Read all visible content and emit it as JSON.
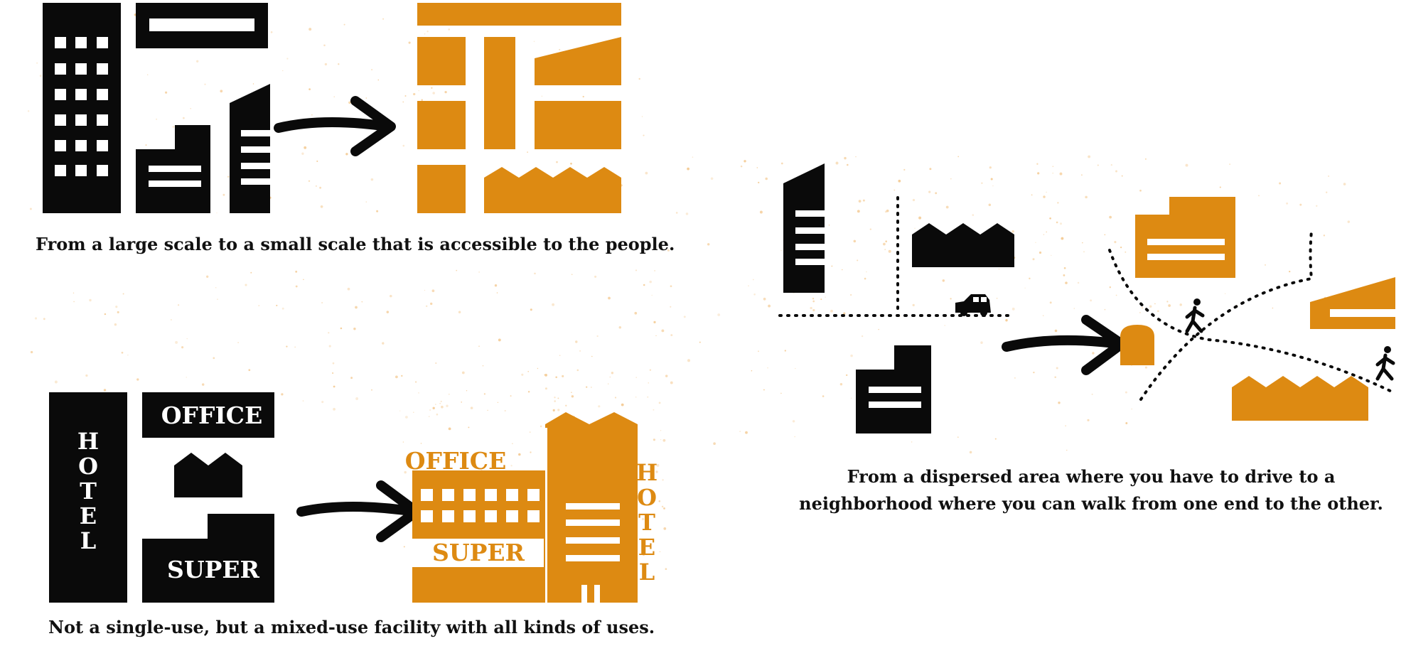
{
  "colors": {
    "black": "#0a0a0a",
    "orange": "#dd8a12",
    "speckle": "#f0b86e",
    "text": "#111111",
    "background": "#ffffff"
  },
  "panel_large_small": {
    "caption": "From a large scale to a small scale that is accessible to the people."
  },
  "panel_mixed_use": {
    "caption": "Not a single-use, but a mixed-use facility with all kinds of uses.",
    "before_labels": {
      "hotel": "HOTEL",
      "office": "OFFICE",
      "super": "SUPER"
    },
    "after_labels": {
      "office": "OFFICE",
      "super": "SUPER",
      "hotel": "HOTEL"
    }
  },
  "panel_walkable": {
    "caption": "From a dispersed area where you have to drive to a neighborhood where you can walk from one end to the other."
  },
  "icons": [
    "arrow-right-icon",
    "car-icon",
    "pedestrian-icon"
  ]
}
